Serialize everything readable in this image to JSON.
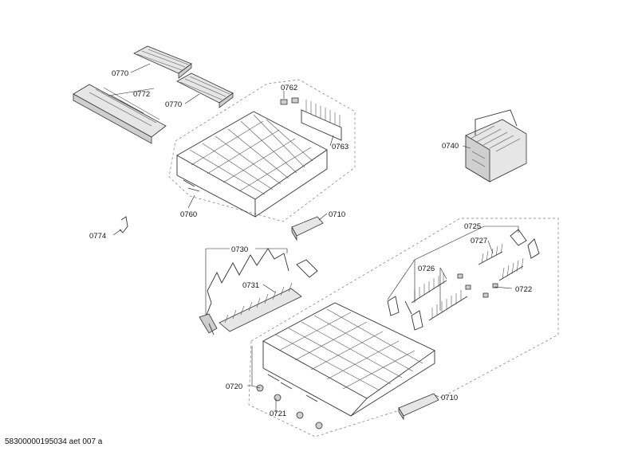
{
  "diagram": {
    "labels": {
      "p0770a": "0770",
      "p0770b": "0770",
      "p0772": "0772",
      "p0762": "0762",
      "p0763": "0763",
      "p0760": "0760",
      "p0740": "0740",
      "p0710a": "0710",
      "p0774": "0774",
      "p0730": "0730",
      "p0731": "0731",
      "p0725": "0725",
      "p0727": "0727",
      "p0726": "0726",
      "p0722": "0722",
      "p0720": "0720",
      "p0721": "0721",
      "p0710b": "0710"
    }
  },
  "footer": {
    "code": "58300000195034 aet 007 a"
  }
}
